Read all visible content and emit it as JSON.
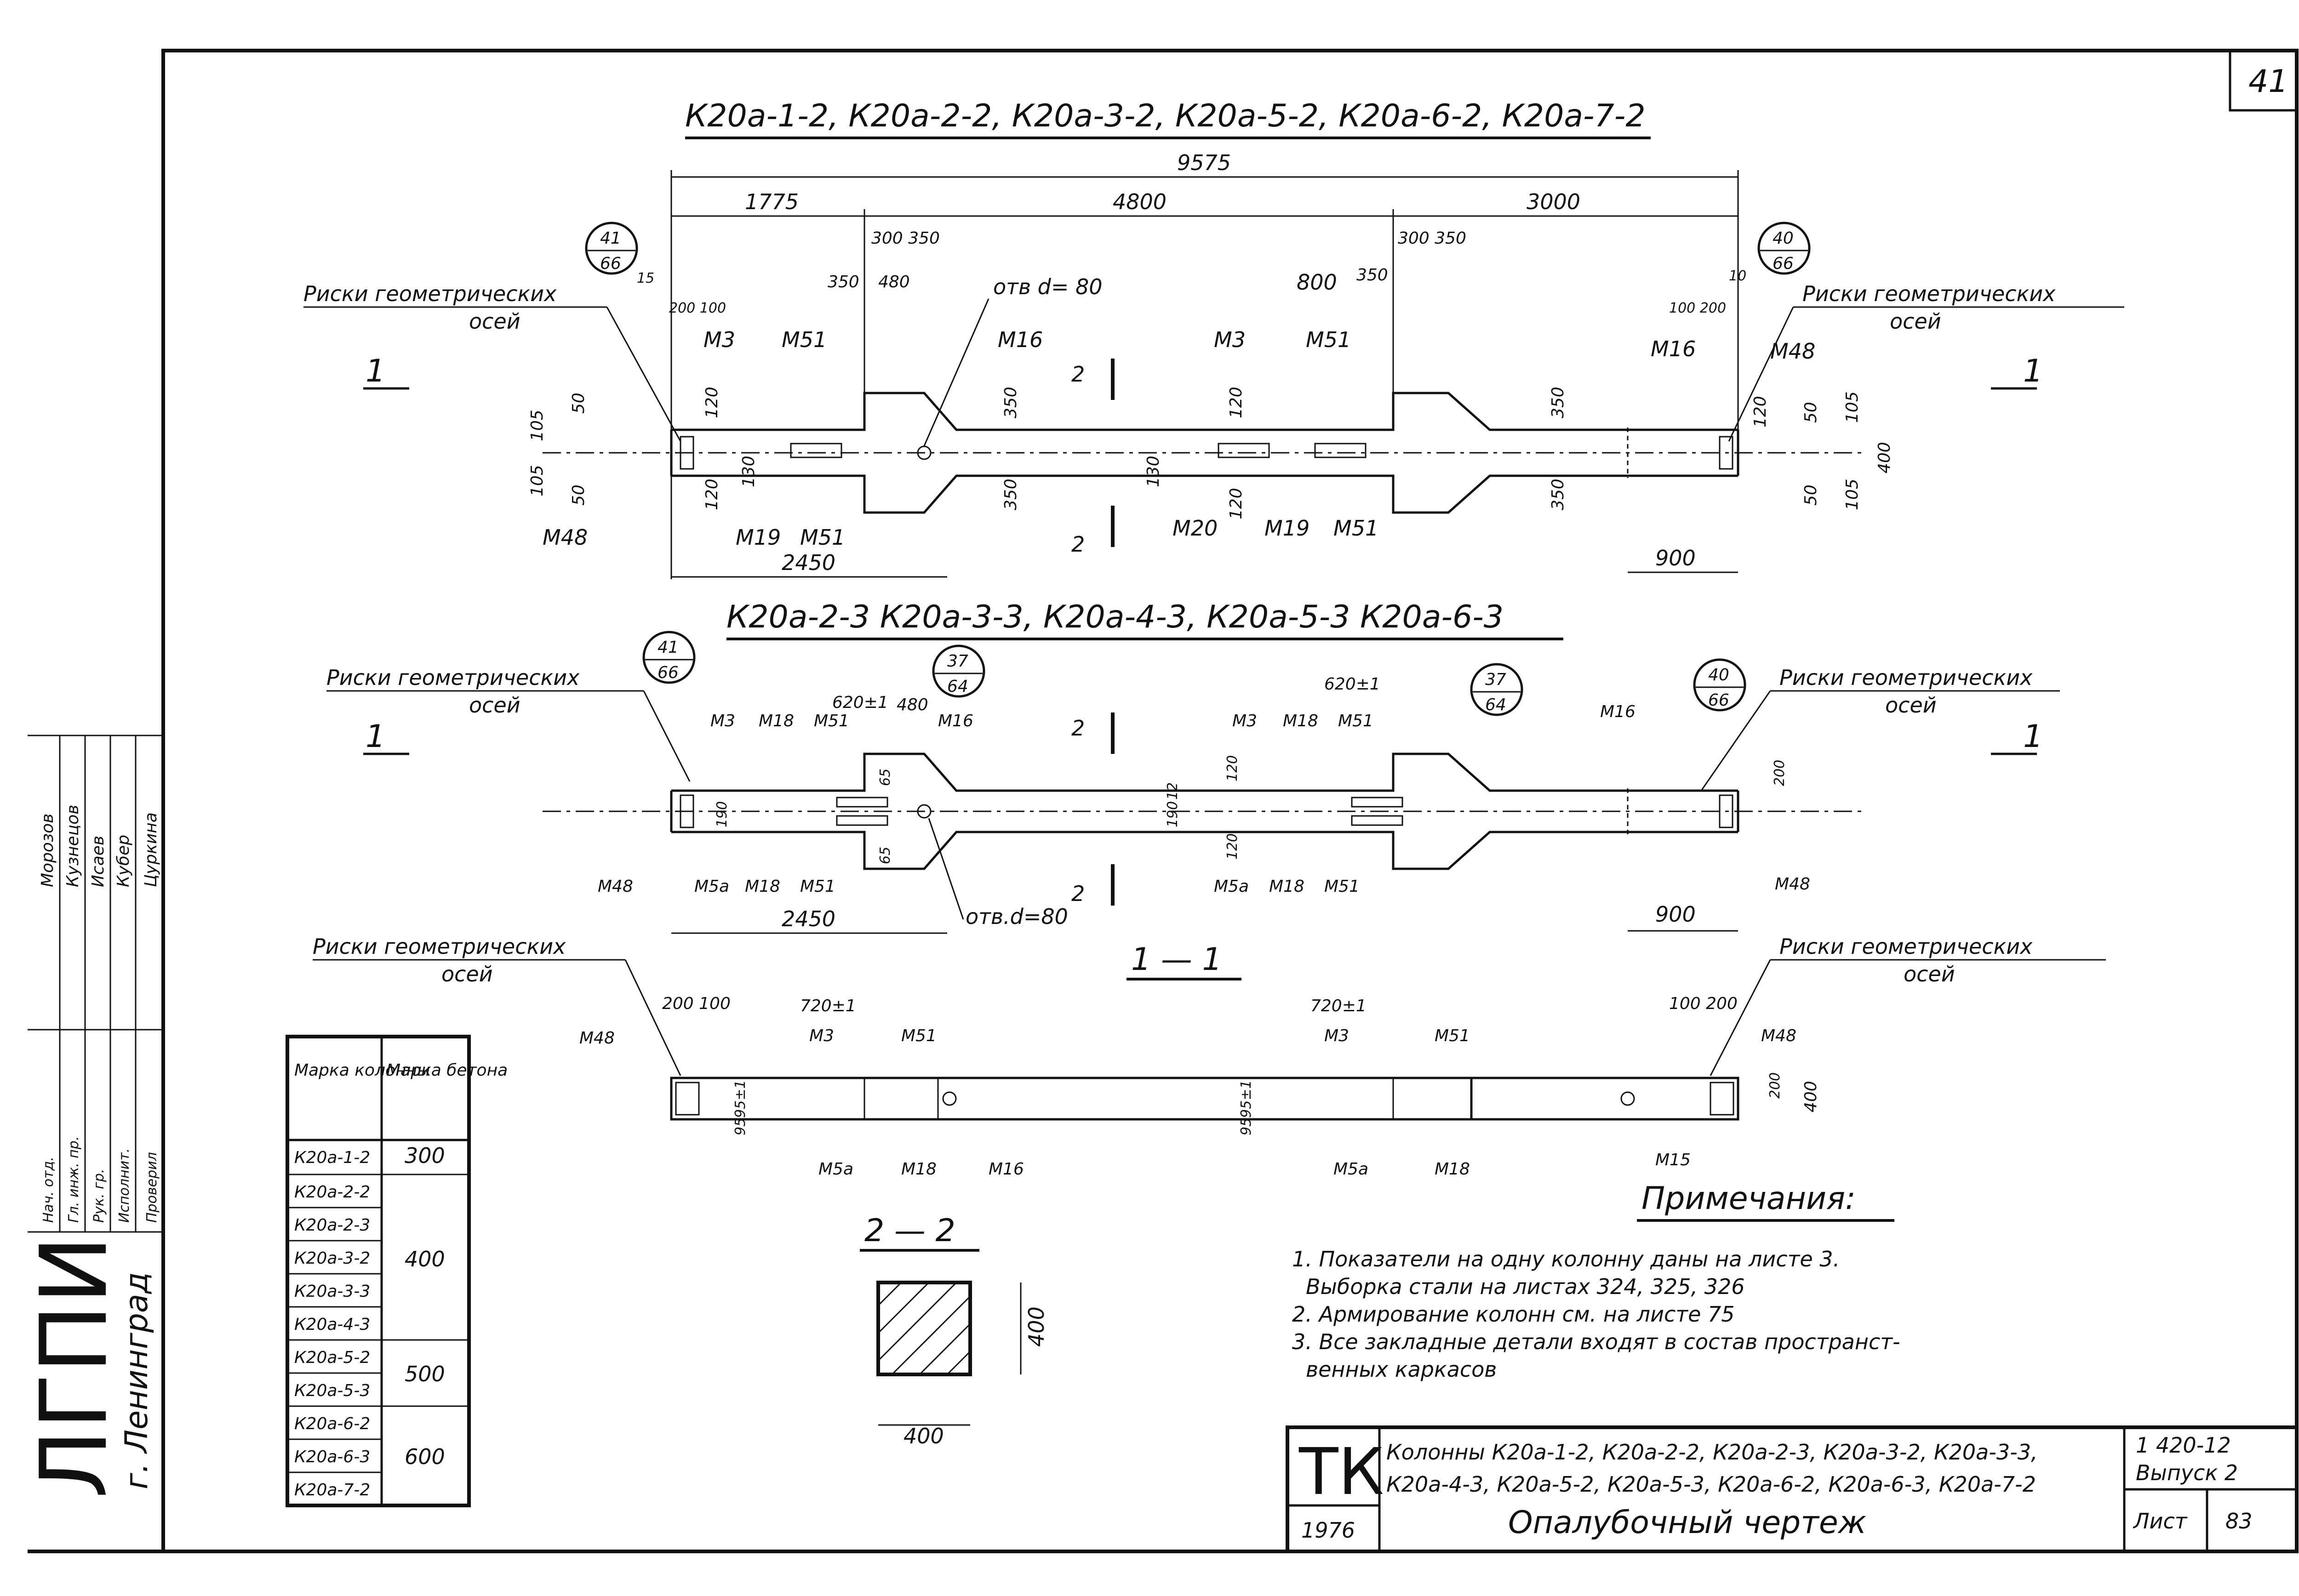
{
  "sheet_corner_number": "41",
  "sections": {
    "top_title": "К20а-1-2, К20а-2-2, К20а-3-2, К20а-5-2, К20а-6-2, К20а-7-2",
    "middle_title": "К20а-2-3 К20а-3-3, К20а-4-3, К20а-5-3 К20а-6-3",
    "section_1_1": "1 — 1",
    "section_2_2": "2 — 2"
  },
  "labels": {
    "risk_axes_1": "Риски геометрических",
    "risk_axes_2": "осей",
    "hole_top": "отв d= 80",
    "hole_mid": "отв.d=80",
    "cut_1": "1",
    "cut_2": "2"
  },
  "dims_top": {
    "total": "9575",
    "d1775": "1775",
    "d4800": "4800",
    "d3000": "3000",
    "d300_350_a": "300 350",
    "d300_350_b": "300 350",
    "d350": "350",
    "d480": "480",
    "d800": "800",
    "d2450": "2450",
    "d900": "900",
    "d400": "400",
    "d105": "105",
    "d50": "50",
    "d120": "120",
    "d130": "130",
    "d15": "15",
    "d10": "10",
    "d200_100": "200 100",
    "d100_200": "100 200"
  },
  "dims_mid": {
    "d620": "620±1",
    "d480": "480",
    "d2450": "2450",
    "d900": "900",
    "d65": "65",
    "d190": "190",
    "d12": "12",
    "d120": "120",
    "d200": "200"
  },
  "dims_section": {
    "d200_100": "200 100",
    "d100_200": "100 200",
    "d720": "720±1",
    "d400": "400",
    "d200": "200",
    "d9595": "9595±1"
  },
  "marks": {
    "m3": "М3",
    "m51": "М51",
    "m16": "М16",
    "m48": "М48",
    "m19": "М19",
    "m20": "М20",
    "m18": "М18",
    "m5a": "М5а",
    "m15": "М15"
  },
  "callouts": [
    {
      "top": "41",
      "bottom": "66"
    },
    {
      "top": "40",
      "bottom": "66"
    },
    {
      "top": "37",
      "bottom": "64"
    }
  ],
  "table": {
    "headers": [
      "Марка колонны",
      "Марка бетона"
    ],
    "rows": [
      {
        "col": "К20а-1-2",
        "grade": "300"
      },
      {
        "col": "К20а-2-2",
        "grade": ""
      },
      {
        "col": "К20а-2-3",
        "grade": "400"
      },
      {
        "col": "К20а-3-2",
        "grade": ""
      },
      {
        "col": "К20а-3-3",
        "grade": ""
      },
      {
        "col": "К20а-4-3",
        "grade": ""
      },
      {
        "col": "К20а-5-2",
        "grade": ""
      },
      {
        "col": "К20а-5-3",
        "grade": "500"
      },
      {
        "col": "К20а-6-2",
        "grade": ""
      },
      {
        "col": "К20а-6-3",
        "grade": "600"
      },
      {
        "col": "К20а-7-2",
        "grade": ""
      }
    ]
  },
  "notes": {
    "heading": "Примечания:",
    "line1": "1. Показатели на одну колонну даны на листе 3.",
    "line2": "Выборка стали на листах 324, 325, 326",
    "line3": "2. Армирование колонн см. на листе 75",
    "line4": "3. Все закладные детали входят в состав пространст-",
    "line5": "венных каркасов"
  },
  "title_block": {
    "code": "ТК",
    "year": "1976",
    "description1": "Колонны К20а-1-2, К20а-2-2, К20а-2-3, К20а-3-2, К20а-3-3,",
    "description2": "К20а-4-3, К20а-5-2, К20а-5-3, К20а-6-2, К20а-6-3, К20а-7-2",
    "drawing_type": "Опалубочный чертеж",
    "series": "1 420-12",
    "issue": "Выпуск 2",
    "sheet_label": "Лист",
    "sheet_no": "83"
  },
  "org": {
    "name": "ЛГПИ",
    "city": "г. Ленинград"
  },
  "sign_block": {
    "roles": [
      "Нач. отд.",
      "Гл. инж. пр.",
      "Рук. гр.",
      "Исполнит.",
      "Проверил"
    ],
    "names": [
      "Морозов",
      "Кузнецов",
      "Исаев",
      "Кубер",
      "Цуркина"
    ]
  }
}
